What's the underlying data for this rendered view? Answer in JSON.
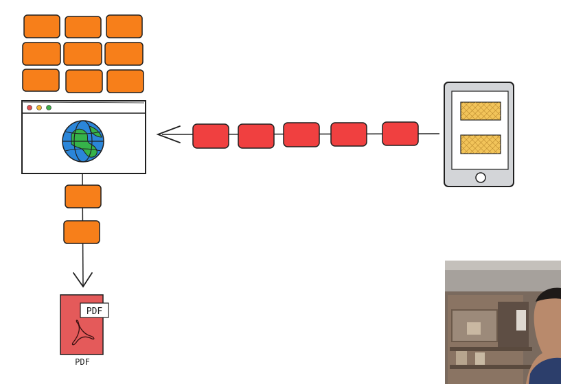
{
  "pdf_document": {
    "badge_label": "PDF",
    "caption": "PDF"
  },
  "colors": {
    "brick": "#f77f1a",
    "packet": "#f04040",
    "pdf": "#e45a5a",
    "screen_card": "#f2c45a",
    "globe_water": "#2b86d9",
    "globe_land": "#36b34a",
    "stroke": "#1f1f1f"
  },
  "icons": [
    "wall-icon",
    "browser-window-icon",
    "globe-icon",
    "tablet-icon",
    "pdf-file-icon",
    "webcam-video"
  ]
}
